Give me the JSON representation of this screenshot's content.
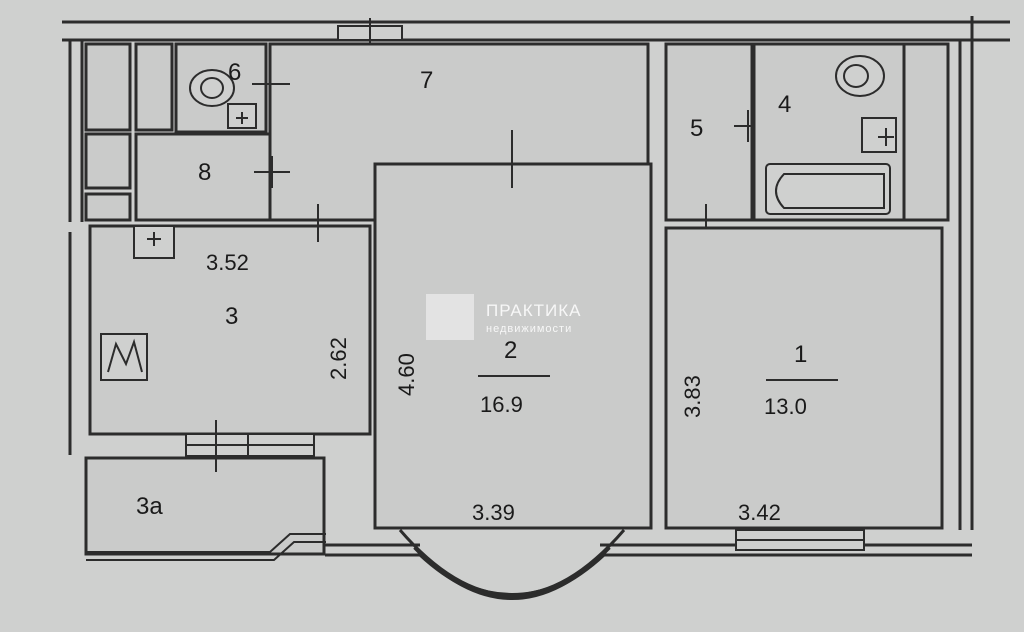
{
  "watermark": {
    "brand": "ПРАКТИКА",
    "subtitle": "недвижимости"
  },
  "colors": {
    "background": "#cfd0cf",
    "wall": "#2c2c2c",
    "room_fill": "#cacbca",
    "watermark": "#ffffff"
  },
  "rooms": [
    {
      "id": "1",
      "label": "1",
      "area": "13.0",
      "width": "3.42",
      "height": "3.83"
    },
    {
      "id": "2",
      "label": "2",
      "area": "16.9",
      "width": "3.39",
      "height": "4.60"
    },
    {
      "id": "3",
      "label": "3",
      "width": "3.52",
      "height": "2.62"
    },
    {
      "id": "3a",
      "label": "3а"
    },
    {
      "id": "4",
      "label": "4"
    },
    {
      "id": "5",
      "label": "5"
    },
    {
      "id": "6",
      "label": "6"
    },
    {
      "id": "7",
      "label": "7"
    },
    {
      "id": "8",
      "label": "8"
    }
  ]
}
